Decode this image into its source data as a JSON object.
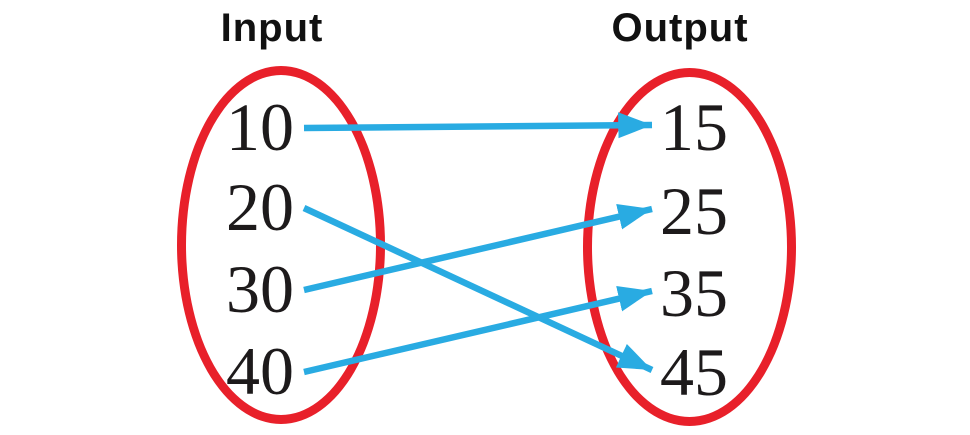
{
  "diagram": {
    "input": {
      "title": "Input",
      "values": [
        "10",
        "20",
        "30",
        "40"
      ]
    },
    "output": {
      "title": "Output",
      "values": [
        "15",
        "25",
        "35",
        "45"
      ]
    },
    "mappings": [
      {
        "from": "10",
        "to": "15"
      },
      {
        "from": "20",
        "to": "45"
      },
      {
        "from": "30",
        "to": "25"
      },
      {
        "from": "40",
        "to": "35"
      }
    ],
    "colors": {
      "ellipse_stroke": "#e8202a",
      "arrow": "#29abe2",
      "text": "#1d1a1b"
    }
  }
}
